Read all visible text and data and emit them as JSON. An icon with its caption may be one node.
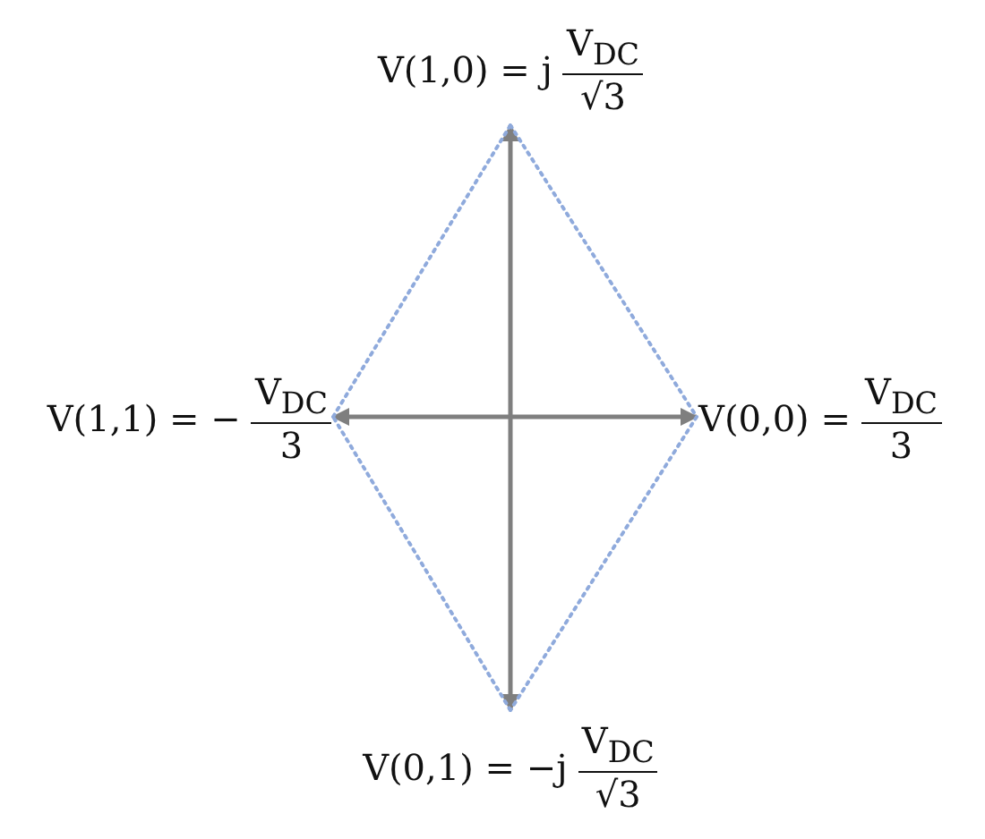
{
  "diagram": {
    "nodes": [
      {
        "text": [
          "V(1,0) = j",
          "V$_{DC}$",
          "√3"
        ]
      },
      {
        "text": [
          "V(1,1) = −",
          "V$_{DC}$",
          "3"
        ]
      },
      {
        "text": [
          "V(0,0) =",
          "V$_{DC}$",
          "3"
        ]
      },
      {
        "text": [
          "V(0,1) = −j",
          "V$_{DC}$",
          "√3"
        ]
      }
    ],
    "edges": [
      {
        "from": 3,
        "to": 0,
        "arrow": "both",
        "color": "#7f7f7f"
      },
      {
        "from": 1,
        "to": 2,
        "arrow": "both",
        "color": "#7f7f7f"
      },
      {
        "from": 0,
        "to": 2,
        "arrow": "none",
        "style": "dashed"
      },
      {
        "from": 2,
        "to": 3,
        "arrow": "none",
        "style": "dashed"
      },
      {
        "from": 3,
        "to": 1,
        "arrow": "none",
        "style": "dashed"
      },
      {
        "from": 1,
        "to": 0,
        "arrow": "none",
        "style": "dashed"
      }
    ]
  }
}
